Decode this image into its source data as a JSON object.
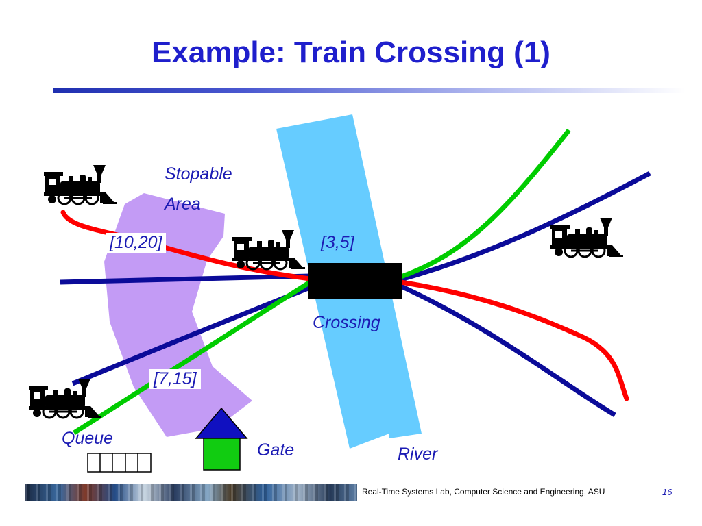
{
  "slide": {
    "title": "Example: Train Crossing (1)",
    "page_number": "16",
    "footer": "Real-Time Systems Lab, Computer Science and Engineering, ASU"
  },
  "labels": {
    "stopable_line1": "Stopable",
    "stopable_line2": "Area",
    "interval_stop": "[10,20]",
    "interval_cross": "[3,5]",
    "interval_gate": "[7,15]",
    "crossing": "Crossing",
    "queue": "Queue",
    "gate": "Gate",
    "river": "River"
  },
  "colors": {
    "title": "#1f1fcc",
    "label_text": "#1c1cb4",
    "stopable_area": "#c39bf5",
    "river": "#66ccff",
    "track_blue": "#0b0b99",
    "track_red": "#ff0000",
    "track_green": "#00cc00",
    "crossing_block": "#000000",
    "gate_roof": "#1010c0",
    "gate_body": "#11cc11"
  },
  "icons": [
    "train-icon",
    "gate-icon",
    "queue-icon"
  ]
}
